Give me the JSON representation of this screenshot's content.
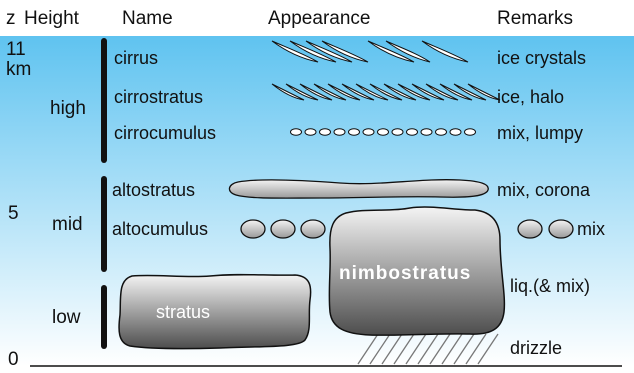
{
  "headers": {
    "z": "z",
    "height": "Height",
    "name": "Name",
    "appearance": "Appearance",
    "remarks": "Remarks"
  },
  "z_labels": {
    "top_value": "11",
    "top_unit": "km",
    "mid_value": "5",
    "bottom_value": "0"
  },
  "levels": {
    "high": "high",
    "mid": "mid",
    "low": "low"
  },
  "clouds": {
    "cirrus": {
      "name": "cirrus",
      "remark": "ice crystals"
    },
    "cirrostratus": {
      "name": "cirrostratus",
      "remark": "ice, halo"
    },
    "cirrocumulus": {
      "name": "cirrocumulus",
      "remark": "mix, lumpy"
    },
    "altostratus": {
      "name": "altostratus",
      "remark": "mix, corona"
    },
    "altocumulus": {
      "name": "altocumulus",
      "remark": "mix"
    },
    "nimbostratus": {
      "name": "nimbostratus",
      "remark": "liq.(& mix)"
    },
    "stratus": {
      "name": "stratus"
    },
    "drizzle": {
      "label": "drizzle"
    }
  },
  "colors": {
    "sky_top": "#5fc3f0",
    "sky_bottom": "#ffffff",
    "cloud_light": "#f2f2f2",
    "cloud_dark": "#555555",
    "ink": "#111111"
  }
}
